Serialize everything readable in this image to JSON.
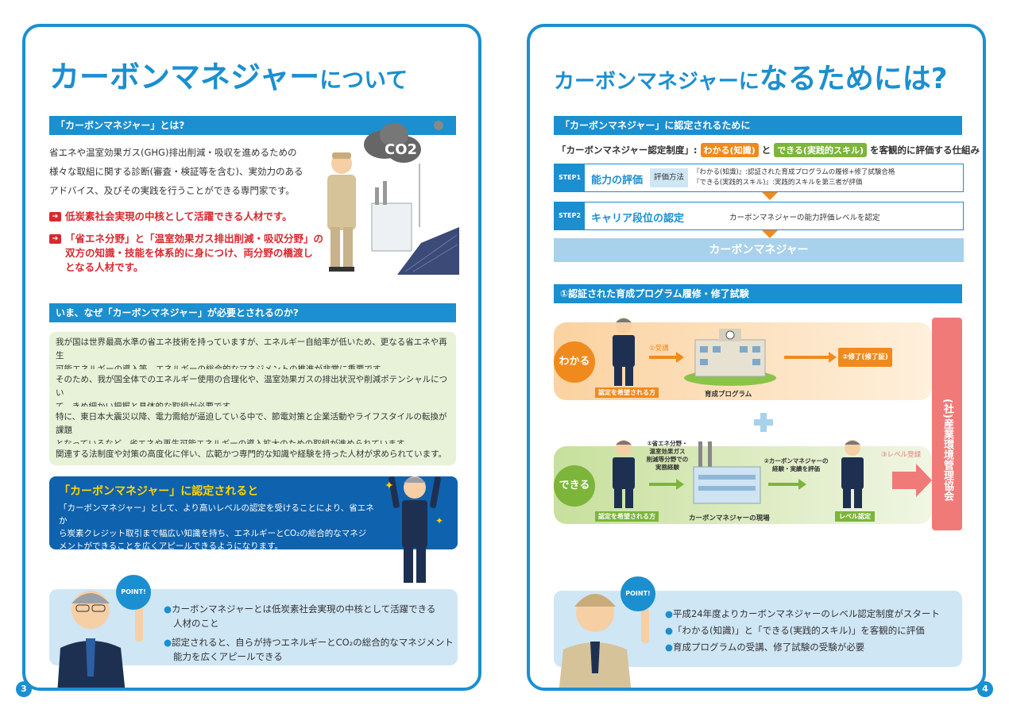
{
  "left": {
    "page_number": "3",
    "title_main": "カーボンマネジャー",
    "title_suffix": "について",
    "sec1_header": "「カーボンマネジャー」とは?",
    "sec1_body": [
      "省エネや温室効果ガス(GHG)排出削減・吸収を進めるための",
      "様々な取組に関する診断(審査・検証等を含む)、実効力のある",
      "アドバイス、及びその実践を行うことができる専門家です。"
    ],
    "co2_label": "CO2",
    "bullet1": "低炭素社会実現の中核として活躍できる人材です。",
    "bullet2_lines": [
      "「省エネ分野」と「温室効果ガス排出削減・吸収分野」の",
      "双方の知識・技能を体系的に身につけ、両分野の橋渡し",
      "となる人材です。"
    ],
    "sec2_header": "いま、なぜ「カーボンマネジャー」が必要とされるのか?",
    "reasons": [
      [
        "我が国は世界最高水準の省エネ技術を持っていますが、エネルギー自給率が低いため、更なる省エネや再生",
        "可能エネルギーの導入等、エネルギーの総合的なマネジメントの推進が非常に重要です。"
      ],
      [
        "そのため、我が国全体でのエネルギー使用の合理化や、温室効果ガスの排出状況や削減ポテンシャルについ",
        "て、きめ細かい把握と具体的な取組が必要です。"
      ],
      [
        "特に、東日本大震災以降、電力需給が逼迫している中で、節電対策と企業活動やライフスタイルの転換が課題",
        "となっているなど、省エネや再生可能エネルギーの導入拡大のための取組が進められています。"
      ],
      [
        "関連する法制度や対策の高度化に伴い、広範かつ専門的な知識や経験を持った人材が求められています。"
      ]
    ],
    "cert_heading": "「カーボンマネジャー」に認定されると",
    "cert_body": [
      "「カーボンマネジャー」として、より高いレベルの認定を受けることにより、省エネか",
      "ら炭素クレジット取引まで幅広い知識を持ち、エネルギーとCO₂の総合的なマネジ",
      "メントができることを広くアピールできるようになります。"
    ],
    "point_label": "POINT!",
    "points": [
      [
        "カーボンマネジャーとは低炭素社会実現の中核として活躍できる",
        "人材のこと"
      ],
      [
        "認定されると、自らが持つエネルギーとCO₂の総合的なマネジメント",
        "能力を広くアピールできる"
      ]
    ]
  },
  "right": {
    "page_number": "4",
    "title_main": "カーボンマネジャーに",
    "title_suffix": "なるためには?",
    "sec1_header": "「カーボンマネジャー」に認定されるために",
    "system_label": "「カーボンマネジャー認定制度」:",
    "wakaru_badge": "わかる(知識)",
    "to": "と",
    "dekiru_badge": "できる(実践的スキル)",
    "system_tail": "を客観的に評価する仕組み",
    "step1_tag": "STEP1",
    "step1_name": "能力の評価",
    "method_label": "評価方法",
    "method_lines": [
      "『わかる(知識)』:認証された育成プログラムの履修+修了試験合格",
      "『できる(実践的スキル)』:実践的スキルを第三者が評価"
    ],
    "step2_tag": "STEP2",
    "step2_name": "キャリア段位の認定",
    "step2_desc": "カーボンマネジャーの能力評価レベルを認定",
    "result": "カーボンマネジャー",
    "sec2_header": "①認証された育成プログラム履修・修了試験",
    "wakaru_circle": "わかる",
    "dekiru_circle": "できる",
    "applicant": "認定を希望される方",
    "attend": "①受講",
    "program": "育成プログラム",
    "complete": "②修了(修了証)",
    "experience": [
      "①省エネ分野・",
      "温室効果ガス",
      "削減等分野での",
      "実務経験"
    ],
    "evaluate": [
      "②カーボンマネジャーの",
      "経験・実績を評価"
    ],
    "register": "③レベル登録",
    "site": "カーボンマネジャーの現場",
    "level": "レベル認定",
    "org": "(社)産業環境管理協会",
    "point_label": "POINT!",
    "points": [
      "平成24年度よりカーボンマネジャーのレベル認定制度がスタート",
      "「わかる(知識)」と「できる(実践的スキル)」を客観的に評価",
      "育成プログラムの受講、修了試験の受験が必要"
    ]
  },
  "colors": {
    "accent": "#1b8fd0",
    "red": "#d9292f",
    "orange": "#f08a1c",
    "green": "#7cb53a",
    "navy": "#0f62ad",
    "yellow": "#ffd400",
    "pink_org": "#f07a78"
  }
}
